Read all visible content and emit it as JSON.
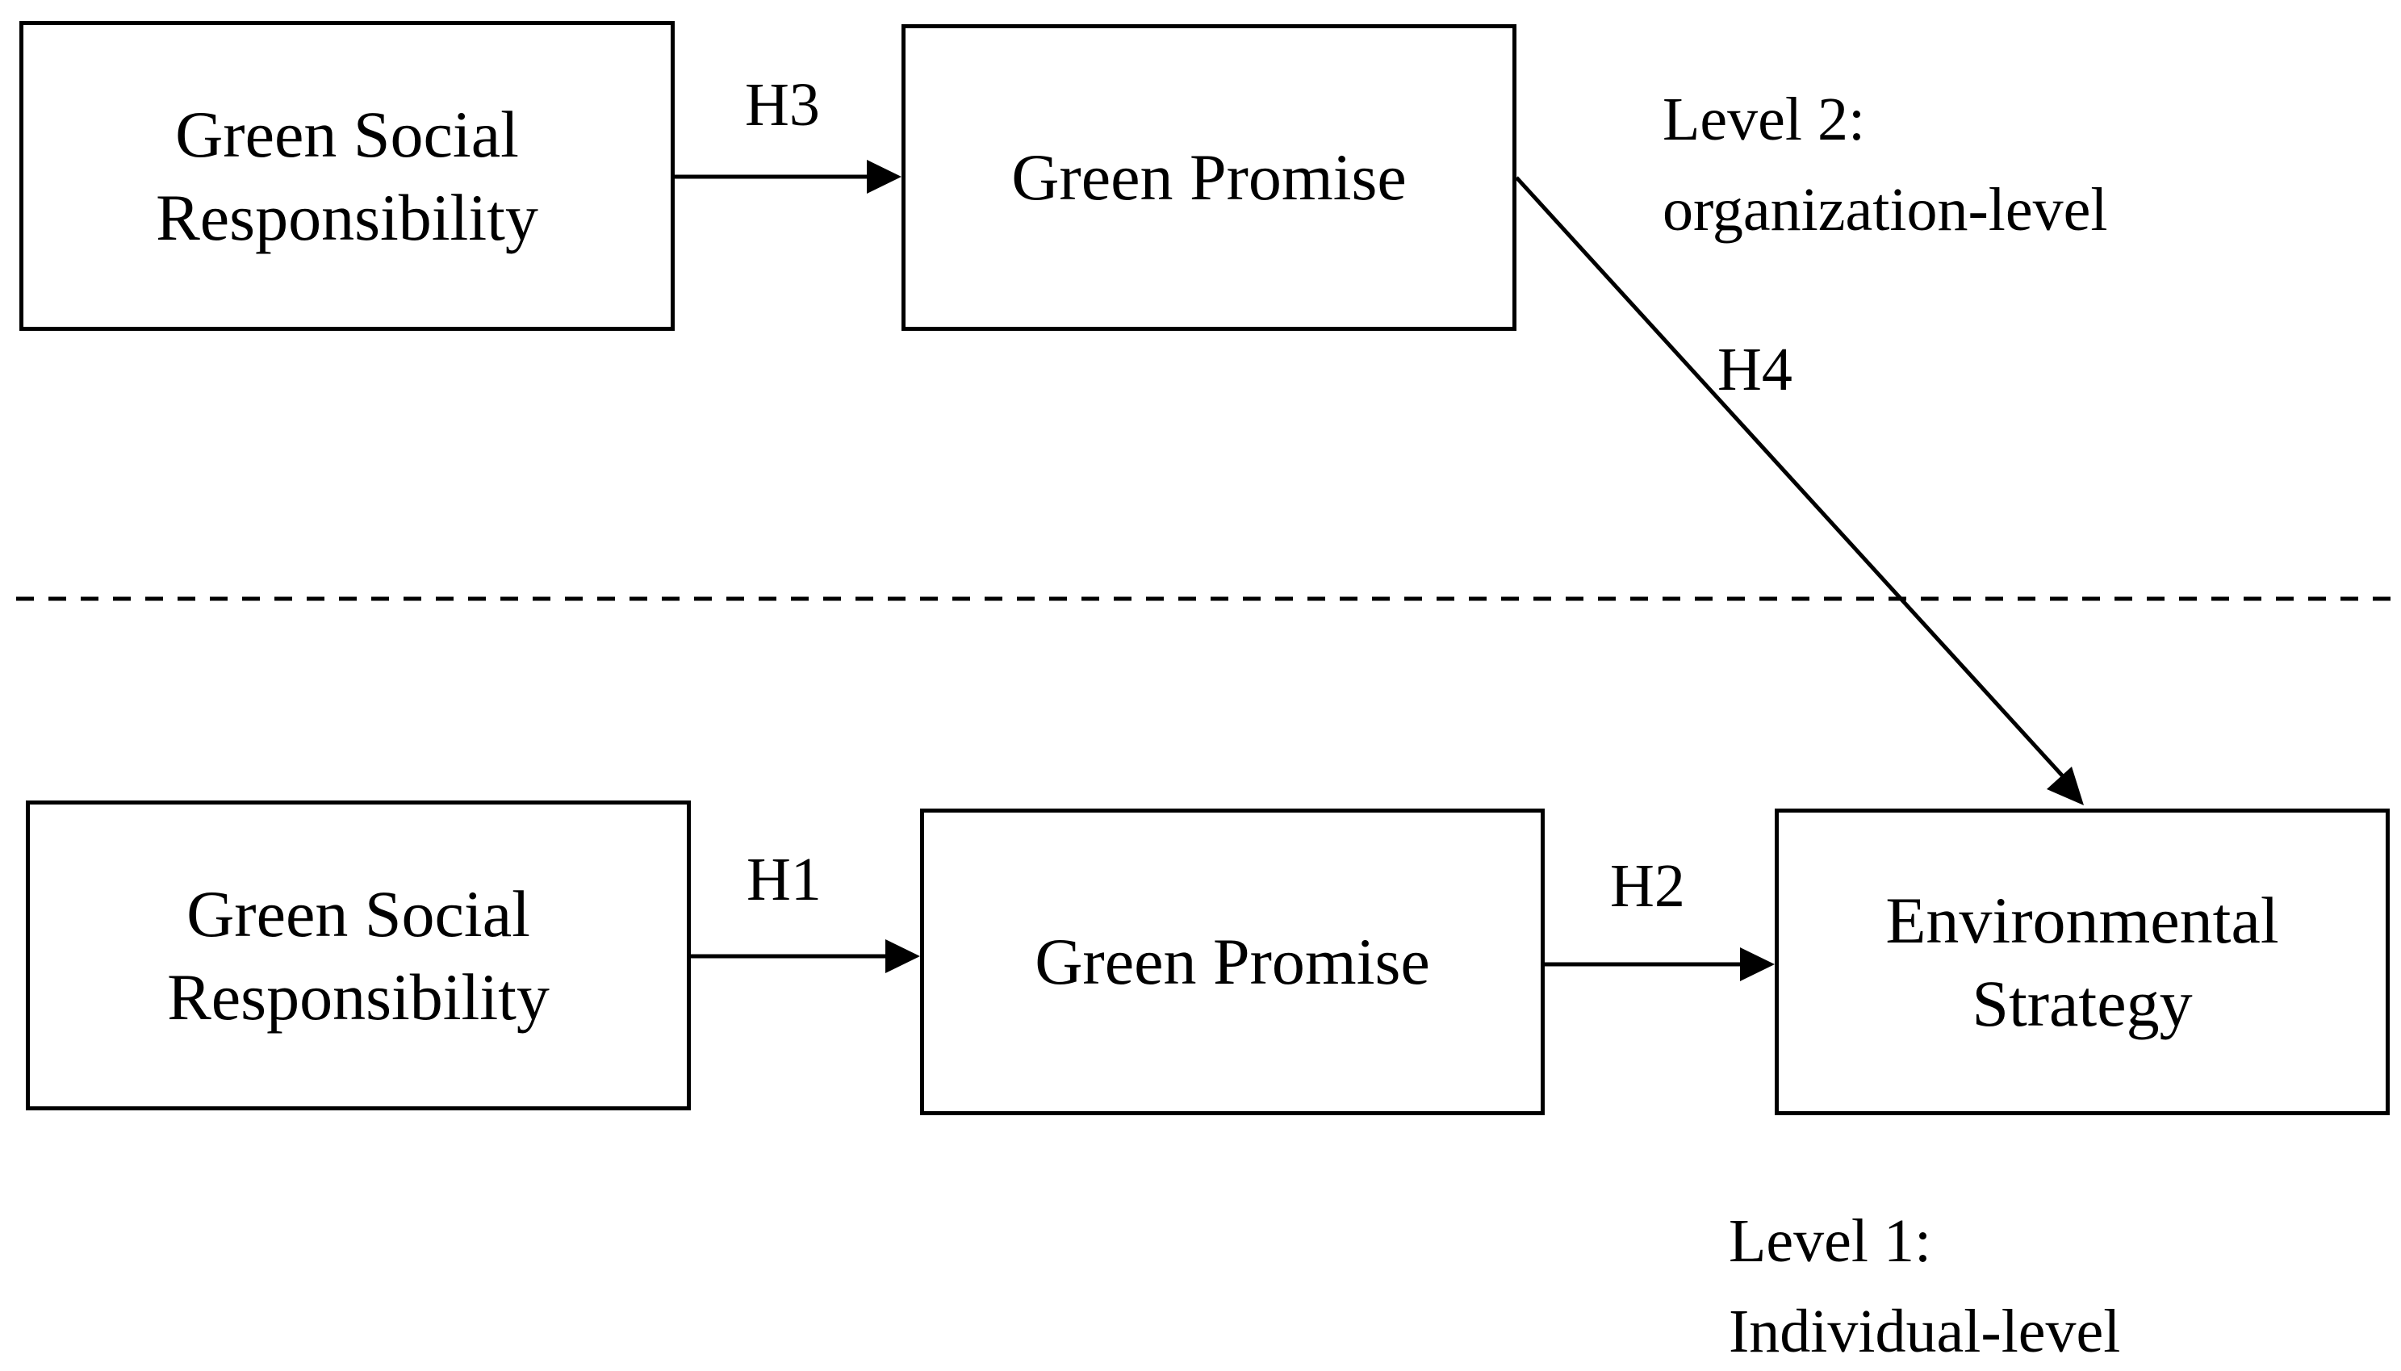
{
  "level2": {
    "line1": "Level 2:",
    "line2": "organization-level"
  },
  "level1": {
    "line1": "Level 1:",
    "line2": "Individual-level"
  },
  "nodes": {
    "gsr_top": {
      "line1": "Green Social",
      "line2": "Responsibility"
    },
    "gp_top": {
      "label": "Green Promise"
    },
    "gsr_bottom": {
      "line1": "Green Social",
      "line2": "Responsibility"
    },
    "gp_bottom": {
      "label": "Green Promise"
    },
    "env_strategy": {
      "line1": "Environmental",
      "line2": "Strategy"
    }
  },
  "edges": {
    "h3": "H3",
    "h4": "H4",
    "h1": "H1",
    "h2": "H2"
  },
  "colors": {
    "stroke": "#000000",
    "background": "#ffffff"
  }
}
